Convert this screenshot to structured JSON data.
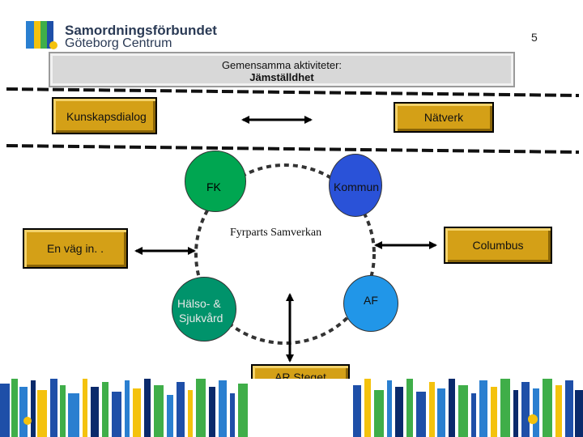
{
  "logo": {
    "line1": "Samordningsförbundet",
    "line2": "Göteborg Centrum"
  },
  "page_number": "5",
  "banner": {
    "line1": "Gemensamma aktiviteter:",
    "line2": "Jämställdhet"
  },
  "boxes": {
    "kunskapsdialog": "Kunskapsdialog",
    "natverk": "Nätverk",
    "en_vag_in": "En väg in. .",
    "columbus": "Columbus",
    "ar_steget": "AR Steget"
  },
  "circles": {
    "fk": "FK",
    "kommun": "Kommun",
    "af": "AF",
    "halso_line1": "Hälso- &",
    "halso_line2": "Sjukvård"
  },
  "center_label": "Fyrparts Samverkan",
  "colors": {
    "gold_box": "#d4a017",
    "fk_circle": "#00a651",
    "kommun_circle": "#2a52d8",
    "af_circle": "#2196e8",
    "halso_circle": "#00936b",
    "banner_grey": "#d8d8d8"
  }
}
